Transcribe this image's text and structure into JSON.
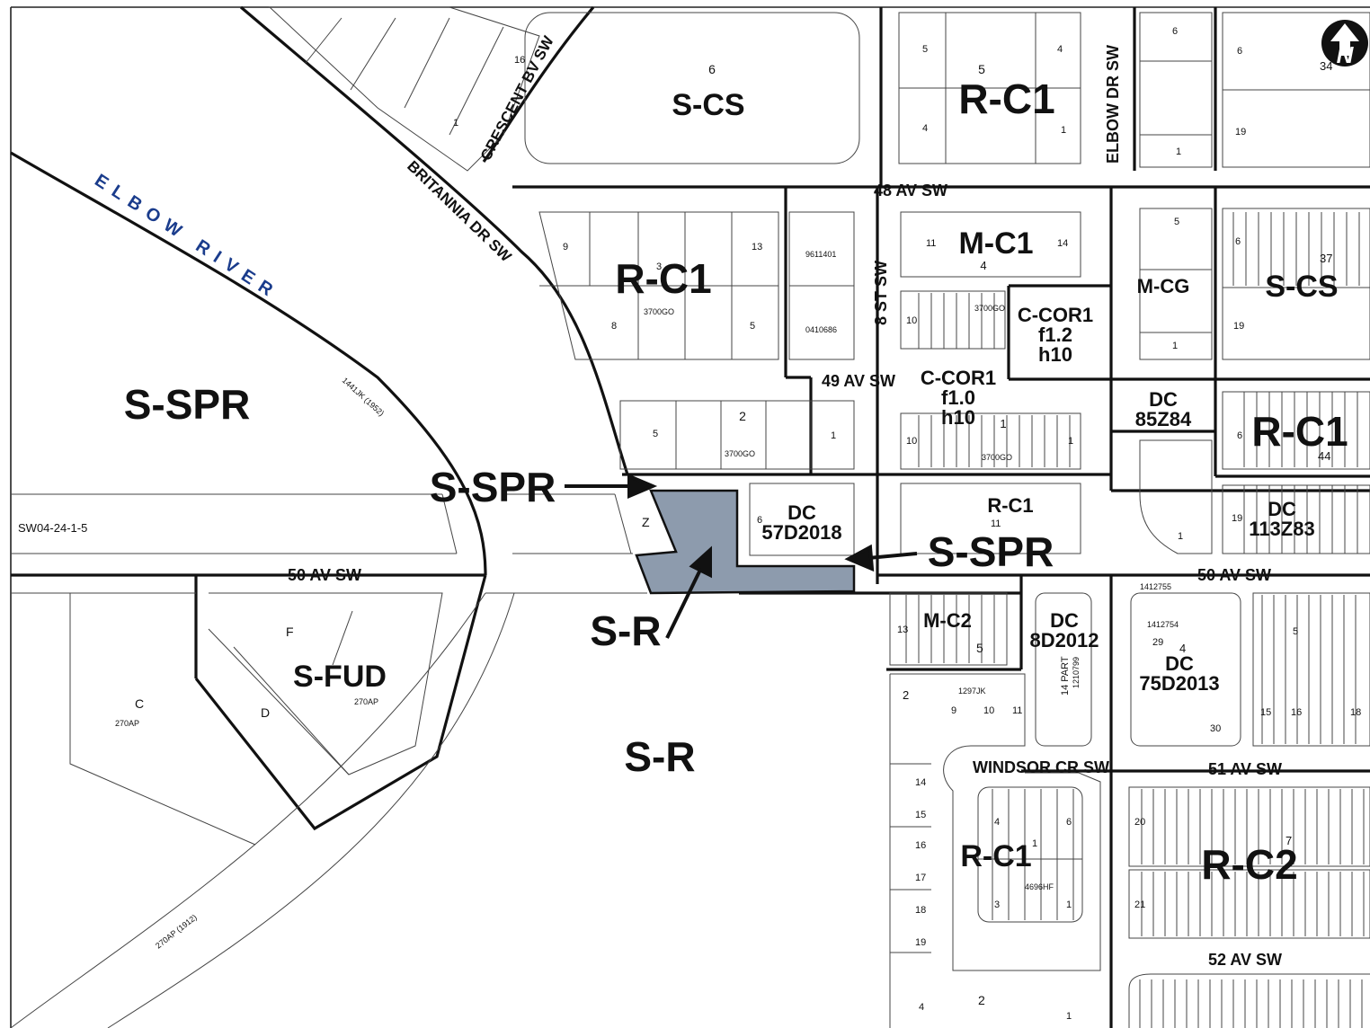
{
  "map": {
    "colors": {
      "site_fill": "#8d9bad",
      "line": "#111111",
      "river_text": "#1a3c8c"
    },
    "zones": {
      "s_cs_top": "S-CS",
      "r_c1_top": "R-C1",
      "m_c1": "M-C1",
      "r_c1_mid": "R-C1",
      "m_cg": "M-CG",
      "s_cs_right": "S-CS",
      "c_cor1_a_code": "C-COR1",
      "c_cor1_a_f": "f1.2",
      "c_cor1_a_h": "h10",
      "c_cor1_b_code": "C-COR1",
      "c_cor1_b_f": "f1.0",
      "c_cor1_b_h": "h10",
      "dc_85_a": "DC",
      "dc_85_b": "85Z84",
      "r_c1_right": "R-C1",
      "s_spr_left": "S-SPR",
      "s_spr_arrow_left": "S-SPR",
      "dc_57_a": "DC",
      "dc_57_b": "57D2018",
      "r_c1_small": "R-C1",
      "s_spr_arrow_right": "S-SPR",
      "dc_113_a": "DC",
      "dc_113_b": "113Z83",
      "s_r_arrow": "S-R",
      "s_fud": "S-FUD",
      "m_c2": "M-C2",
      "dc_8_a": "DC",
      "dc_8_b": "8D2012",
      "dc_75_a": "DC",
      "dc_75_b": "75D2013",
      "s_r_main": "S-R",
      "r_c1_bottom": "R-C1",
      "r_c2": "R-C2"
    },
    "streets": {
      "crescent": "CRESCENT BV SW",
      "britannia": "BRITANNIA DR SW",
      "elbow_dr": "ELBOW DR SW",
      "av48": "48 AV SW",
      "st8": "8 ST SW",
      "av49": "49 AV SW",
      "av50_left": "50 AV SW",
      "av50_right": "50 AV SW",
      "windsor": "WINDSOR CR SW",
      "av51": "51 AV SW",
      "av52": "52 AV SW"
    },
    "river": "ELBOW RIVER",
    "legal": "SW04-24-1-5",
    "north": "N",
    "lots": {
      "l16": "16",
      "l1a": "1",
      "l6": "6",
      "l5a": "5",
      "l5b": "5",
      "l4a": "4",
      "l4b": "4",
      "l1b": "1",
      "l6b": "6",
      "l6c": "6",
      "l34": "34",
      "l19a": "19",
      "l1c": "1",
      "l9": "9",
      "l13": "13",
      "l3": "3",
      "l8": "8",
      "l5c": "5",
      "l11a": "11",
      "l4c": "4",
      "l14a": "14",
      "l10a": "10",
      "l5d": "5",
      "l1d": "1",
      "l6d": "6",
      "l37": "37",
      "l19b": "19",
      "l5e": "5",
      "l2a": "2",
      "l1e": "1",
      "l10b": "10",
      "l1f": "1",
      "l1g": "1",
      "l6e": "6",
      "l44": "44",
      "lz": "Z",
      "l6f": "6",
      "l11b": "11",
      "l1h": "1",
      "l19c": "19",
      "lf": "F",
      "lc": "C",
      "ld": "D",
      "l13b": "13",
      "l5f": "5",
      "l29": "29",
      "l4d": "4",
      "l5g": "5",
      "l2b": "2",
      "l9b": "9",
      "l10c": "10",
      "l11c": "11",
      "l30": "30",
      "l15a": "15",
      "l16b": "16",
      "l18": "18",
      "l14b": "14",
      "l15b": "15",
      "l16c": "16",
      "l17": "17",
      "l18b": "18",
      "l19d": "19",
      "l4e": "4",
      "l6g": "6",
      "l1i": "1",
      "l3b": "3",
      "l1j": "1",
      "l20": "20",
      "l21": "21",
      "l7": "7",
      "l4f": "4",
      "l2c": "2",
      "l1k": "1",
      "l14part": "14 PART"
    },
    "plans": {
      "p9611401": "9611401",
      "p0410686": "0410686",
      "p3700go_a": "3700GO",
      "p3700go_b": "3700GO",
      "p3700go_c": "3700GO",
      "p3700go_d": "3700GO",
      "p1441jk": "1441JK (1952)",
      "p270ap_a": "270AP",
      "p270ap_b": "270AP",
      "p270ap_c": "270AP (1912)",
      "p1412755": "1412755",
      "p1412754": "1412754",
      "p1297jk": "1297JK",
      "p4696hf": "4696HF",
      "p1210799": "1210799"
    }
  }
}
